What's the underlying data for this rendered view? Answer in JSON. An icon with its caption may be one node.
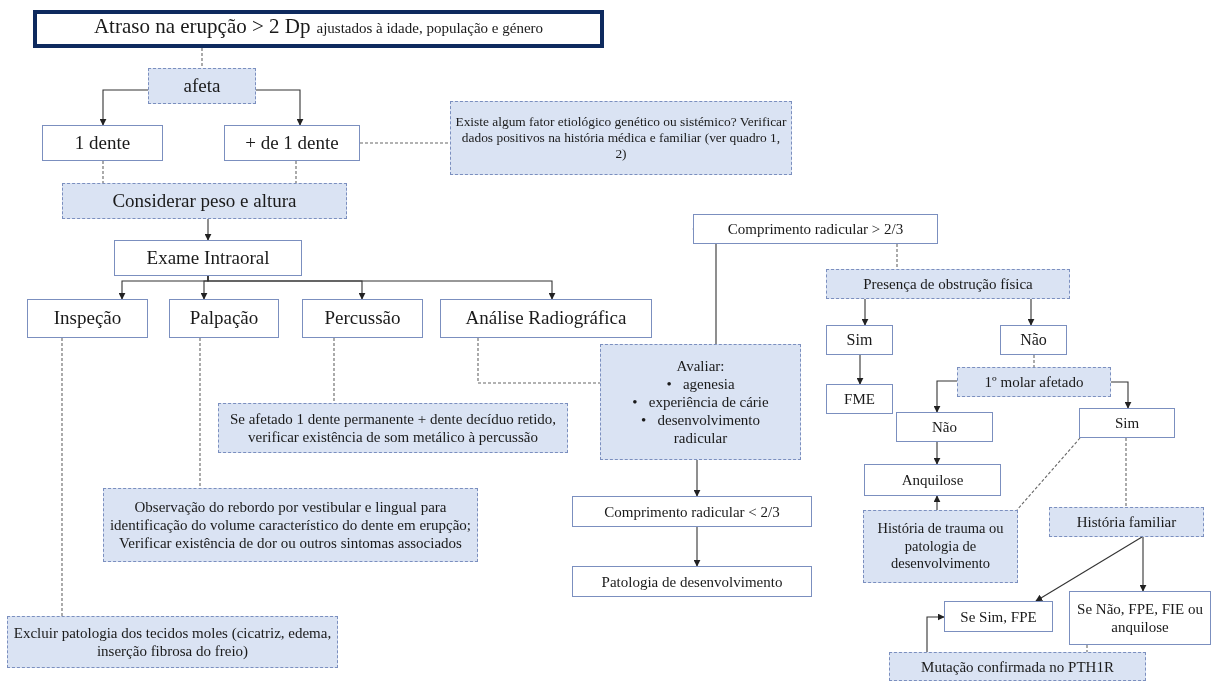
{
  "diagram": {
    "nodes": [
      {
        "text": [
          "Atraso na erupção > 2 Dp",
          "ajustados à idade, população e género"
        ]
      },
      {
        "text": [
          "afeta"
        ]
      },
      {
        "text": [
          "1 dente"
        ]
      },
      {
        "text": [
          "+ de 1 dente"
        ]
      },
      {
        "text": [
          "Existe algum fator etiológico genético ou sistémico? Verificar dados positivos na história médica e familiar (ver quadro 1, 2)"
        ]
      },
      {
        "text": [
          "Considerar  peso e altura"
        ]
      },
      {
        "text": [
          "Exame Intraoral"
        ]
      },
      {
        "text": [
          "Inspeção"
        ]
      },
      {
        "text": [
          "Palpação"
        ]
      },
      {
        "text": [
          "Percussão"
        ]
      },
      {
        "text": [
          "Análise Radiográfica"
        ]
      },
      {
        "text": [
          "Comprimento radicular > 2/3"
        ]
      },
      {
        "text": [
          "Presença de obstrução física"
        ]
      },
      {
        "text": [
          "Sim"
        ]
      },
      {
        "text": [
          "Não"
        ]
      },
      {
        "text": [
          "Avaliar:",
          "•   agenesia",
          "•   experiência de cárie",
          "•   desenvolvimento radicular"
        ]
      },
      {
        "text": [
          "FME"
        ]
      },
      {
        "text": [
          "1º molar afetado"
        ]
      },
      {
        "text": [
          "Se afetado 1 dente permanente + dente decíduo retido, verificar existência de som metálico à percussão"
        ]
      },
      {
        "text": [
          "Não"
        ]
      },
      {
        "text": [
          "Sim"
        ]
      },
      {
        "text": [
          "Anquilose"
        ]
      },
      {
        "text": [
          "Observação do rebordo por vestibular e lingual para identificação do volume característico do dente em erupção;",
          "Verificar existência de dor ou outros sintomas associados"
        ]
      },
      {
        "text": [
          "Comprimento radicular < 2/3"
        ]
      },
      {
        "text": [
          "História de trauma ou patologia de desenvolvimento"
        ]
      },
      {
        "text": [
          "História familiar"
        ]
      },
      {
        "text": [
          "Patologia de desenvolvimento"
        ]
      },
      {
        "text": [
          "Se Sim, FPE"
        ]
      },
      {
        "text": [
          "Se Não, FPE, FIE ou anquilose"
        ]
      },
      {
        "text": [
          "Excluir patologia dos tecidos moles (cicatriz, edema, inserção fibrosa do freio)"
        ]
      },
      {
        "text": [
          "Mutação confirmada no PTH1R"
        ]
      }
    ],
    "edges": [
      {
        "from": 0,
        "to": 1,
        "arrow": "none",
        "style": "dashed"
      },
      {
        "from": 1,
        "to": 2,
        "arrow": "to"
      },
      {
        "from": 1,
        "to": 3,
        "arrow": "to"
      },
      {
        "from": 3,
        "to": 4,
        "arrow": "none",
        "style": "dashed"
      },
      {
        "from": 2,
        "to": 5,
        "arrow": "none",
        "style": "dashed"
      },
      {
        "from": 3,
        "to": 5,
        "arrow": "none",
        "style": "dashed"
      },
      {
        "from": 5,
        "to": 6,
        "arrow": "to"
      },
      {
        "from": 6,
        "to": 7,
        "arrow": "to"
      },
      {
        "from": 6,
        "to": 8,
        "arrow": "to"
      },
      {
        "from": 6,
        "to": 9,
        "arrow": "to"
      },
      {
        "from": 6,
        "to": 10,
        "arrow": "to"
      },
      {
        "from": 7,
        "to": 29,
        "arrow": "none",
        "style": "dashed"
      },
      {
        "from": 8,
        "to": 22,
        "arrow": "none",
        "style": "dashed"
      },
      {
        "from": 9,
        "to": 18,
        "arrow": "none",
        "style": "dashed"
      },
      {
        "from": 10,
        "to": 15,
        "arrow": "none",
        "style": "dashed"
      },
      {
        "from": 15,
        "to": 11,
        "arrow": "to"
      },
      {
        "from": 15,
        "to": 23,
        "arrow": "to"
      },
      {
        "from": 23,
        "to": 26,
        "arrow": "to"
      },
      {
        "from": 11,
        "to": 12,
        "arrow": "none",
        "style": "dashed"
      },
      {
        "from": 12,
        "to": 13,
        "arrow": "to"
      },
      {
        "from": 12,
        "to": 14,
        "arrow": "to"
      },
      {
        "from": 13,
        "to": 16,
        "arrow": "to"
      },
      {
        "from": 14,
        "to": 17,
        "arrow": "none",
        "style": "dashed"
      },
      {
        "from": 17,
        "to": 19,
        "arrow": "to"
      },
      {
        "from": 17,
        "to": 20,
        "arrow": "to"
      },
      {
        "from": 19,
        "to": 21,
        "arrow": "to"
      },
      {
        "from": 24,
        "to": 21,
        "arrow": "to"
      },
      {
        "from": 20,
        "to": 24,
        "arrow": "none",
        "style": "dashed"
      },
      {
        "from": 20,
        "to": 25,
        "arrow": "none",
        "style": "dashed"
      },
      {
        "from": 25,
        "to": 27,
        "arrow": "to"
      },
      {
        "from": 25,
        "to": 28,
        "arrow": "to"
      },
      {
        "from": 30,
        "to": 27,
        "arrow": "to"
      },
      {
        "from": 28,
        "to": 30,
        "arrow": "none",
        "style": "dashed"
      }
    ]
  }
}
